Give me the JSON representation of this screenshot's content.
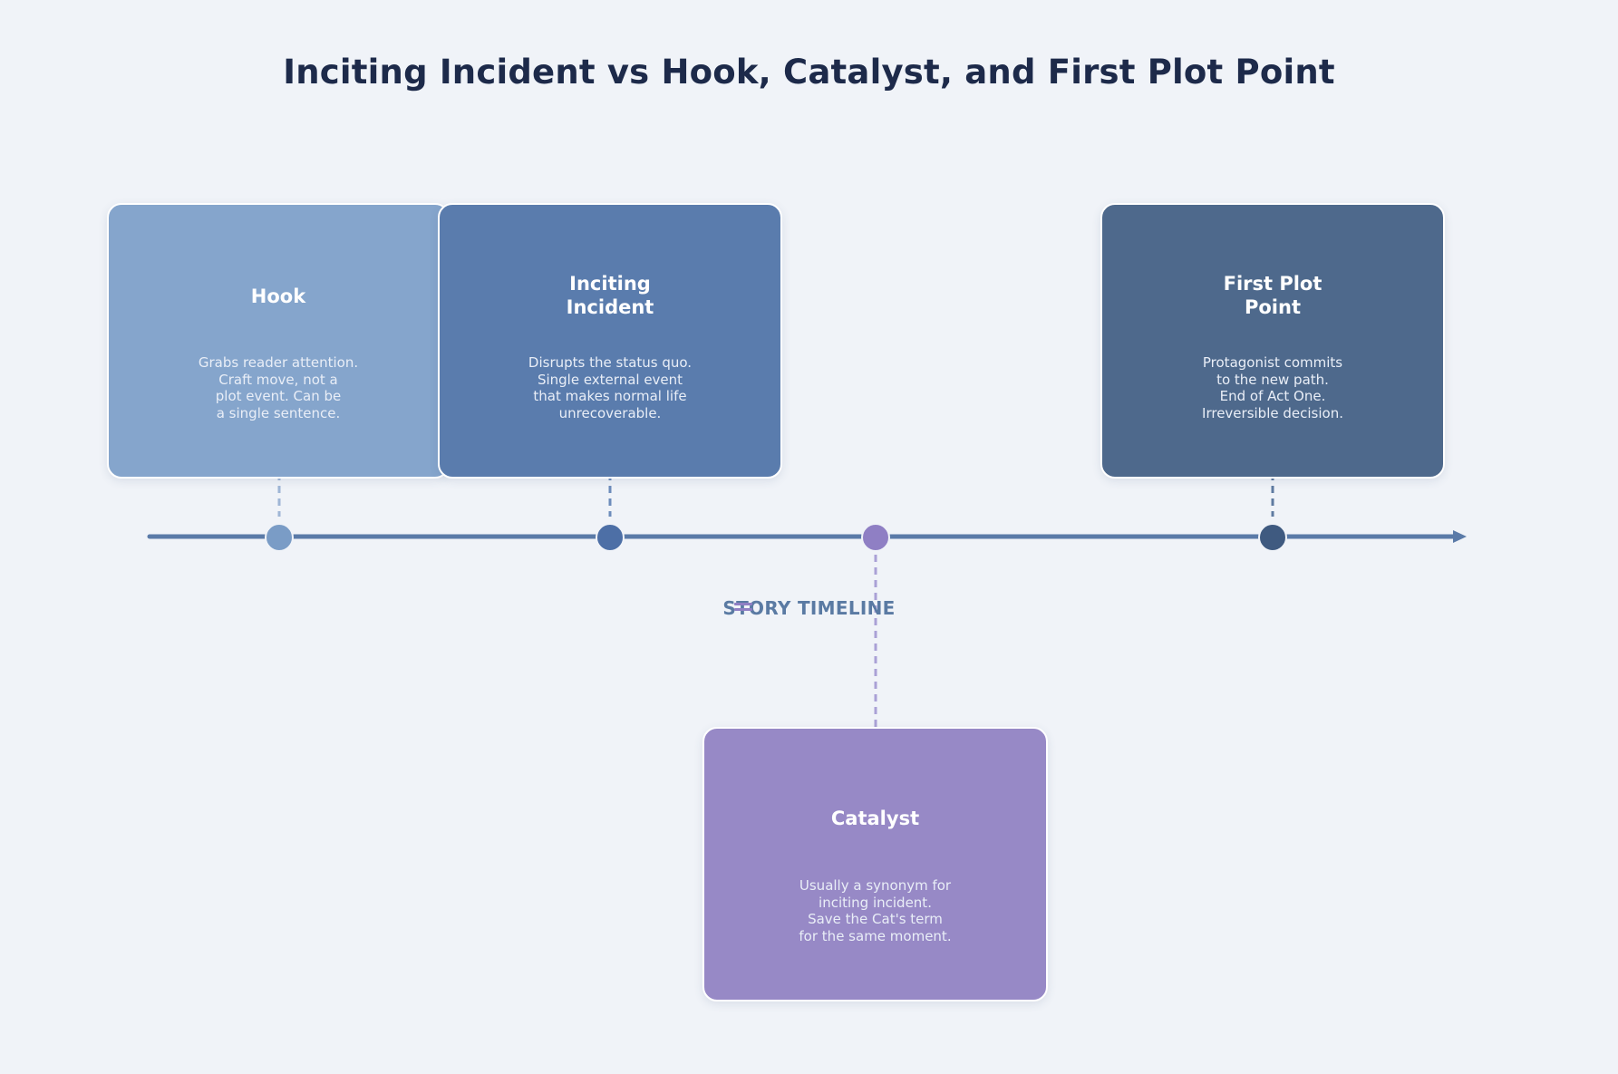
{
  "title": "Inciting Incident vs Hook, Catalyst, and First Plot Point",
  "timeline_label": "STORY TIMELINE",
  "colors": {
    "background": "#f0f3f8",
    "axis": "#5a7aa8",
    "hook": "#85a5cc",
    "inciting": "#5a7cad",
    "catalyst": "#9789c6",
    "first_plot": "#4e698c",
    "title_text": "#1d2a4a"
  },
  "cards": {
    "hook": {
      "title": "Hook",
      "body": "Grabs reader attention.\nCraft move, not a\nplot event. Can be\na single sentence."
    },
    "inciting": {
      "title": "Inciting Incident",
      "body": "Disrupts the status quo.\nSingle external event\nthat makes normal life\nunrecoverable."
    },
    "catalyst": {
      "title": "Catalyst",
      "body": "Usually a synonym for\ninciting incident.\nSave the Cat's term\nfor the same moment."
    },
    "first_plot": {
      "title": "First Plot Point",
      "body": "Protagonist commits\nto the new path.\nEnd of Act One.\nIrreversible decision."
    }
  }
}
